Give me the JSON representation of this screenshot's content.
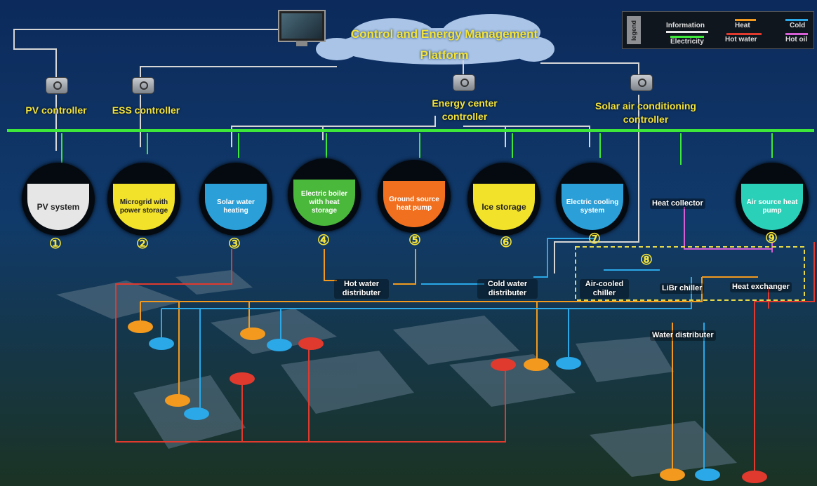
{
  "platform": {
    "title": "Control and Energy Management Platform"
  },
  "legend": {
    "tag": "legend",
    "items": [
      {
        "label": "Information",
        "color": "#e8e8e8"
      },
      {
        "label": "Heat",
        "color": "#f39a1e"
      },
      {
        "label": "Cold",
        "color": "#2aa8e8"
      },
      {
        "label": "Electricity",
        "color": "#3ee83a"
      },
      {
        "label": "Hot water",
        "color": "#e03a2e"
      },
      {
        "label": "Hot oil",
        "color": "#d65fd6"
      }
    ]
  },
  "controllers": [
    {
      "label": "PV controller"
    },
    {
      "label": "ESS controller"
    },
    {
      "label": "Energy center controller"
    },
    {
      "label": "Solar air conditioning controller"
    }
  ],
  "systems": [
    {
      "label": "PV system",
      "num": "①",
      "color": "#e6e6e6",
      "text": "#222"
    },
    {
      "label": "Microgrid with power storage",
      "num": "②",
      "color": "#f2e22a",
      "text": "#222"
    },
    {
      "label": "Solar water heating",
      "num": "③",
      "color": "#2a9fd8",
      "text": "#fff"
    },
    {
      "label": "Electric boiler with heat storage",
      "num": "④",
      "color": "#4ab83a",
      "text": "#fff"
    },
    {
      "label": "Ground source heat pump",
      "num": "⑤",
      "color": "#f07020",
      "text": "#fff"
    },
    {
      "label": "Ice storage",
      "num": "⑥",
      "color": "#f2e22a",
      "text": "#222"
    },
    {
      "label": "Electric cooling system",
      "num": "⑦",
      "color": "#2a9fd8",
      "text": "#fff"
    },
    {
      "label": "Air source heat pump",
      "num": "⑨",
      "color": "#2ad0b8",
      "text": "#fff"
    }
  ],
  "devices": {
    "heat_collector": "Heat collector",
    "hot_water_distributer": "Hot water distributer",
    "cold_water_distributer": "Cold water distributer",
    "air_cooled_chiller": "Air-cooled chiller",
    "libr_chiller": "LiBr chiller",
    "heat_exchanger": "Heat exchanger",
    "water_distributer": "Water distributer",
    "group_num": "⑧"
  }
}
